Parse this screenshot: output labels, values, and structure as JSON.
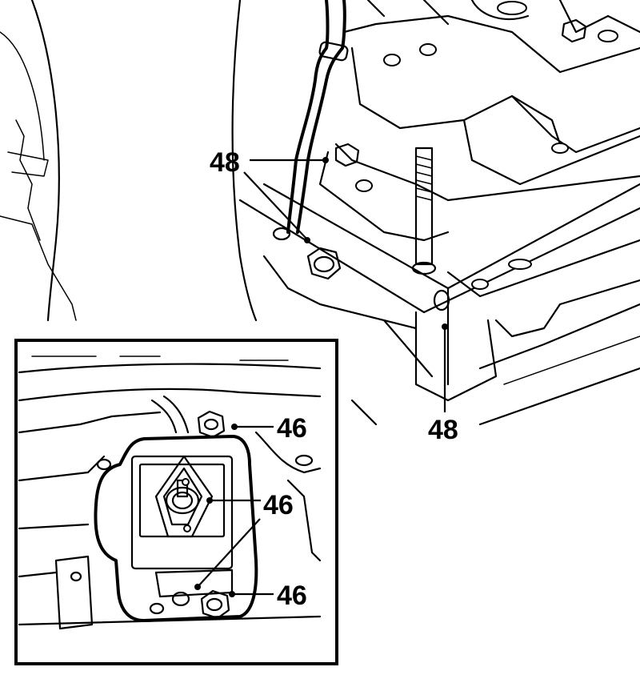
{
  "callouts": {
    "main_upper": "48",
    "main_lower": "48",
    "inset_top": "46",
    "inset_middle": "46",
    "inset_bottom": "46"
  }
}
